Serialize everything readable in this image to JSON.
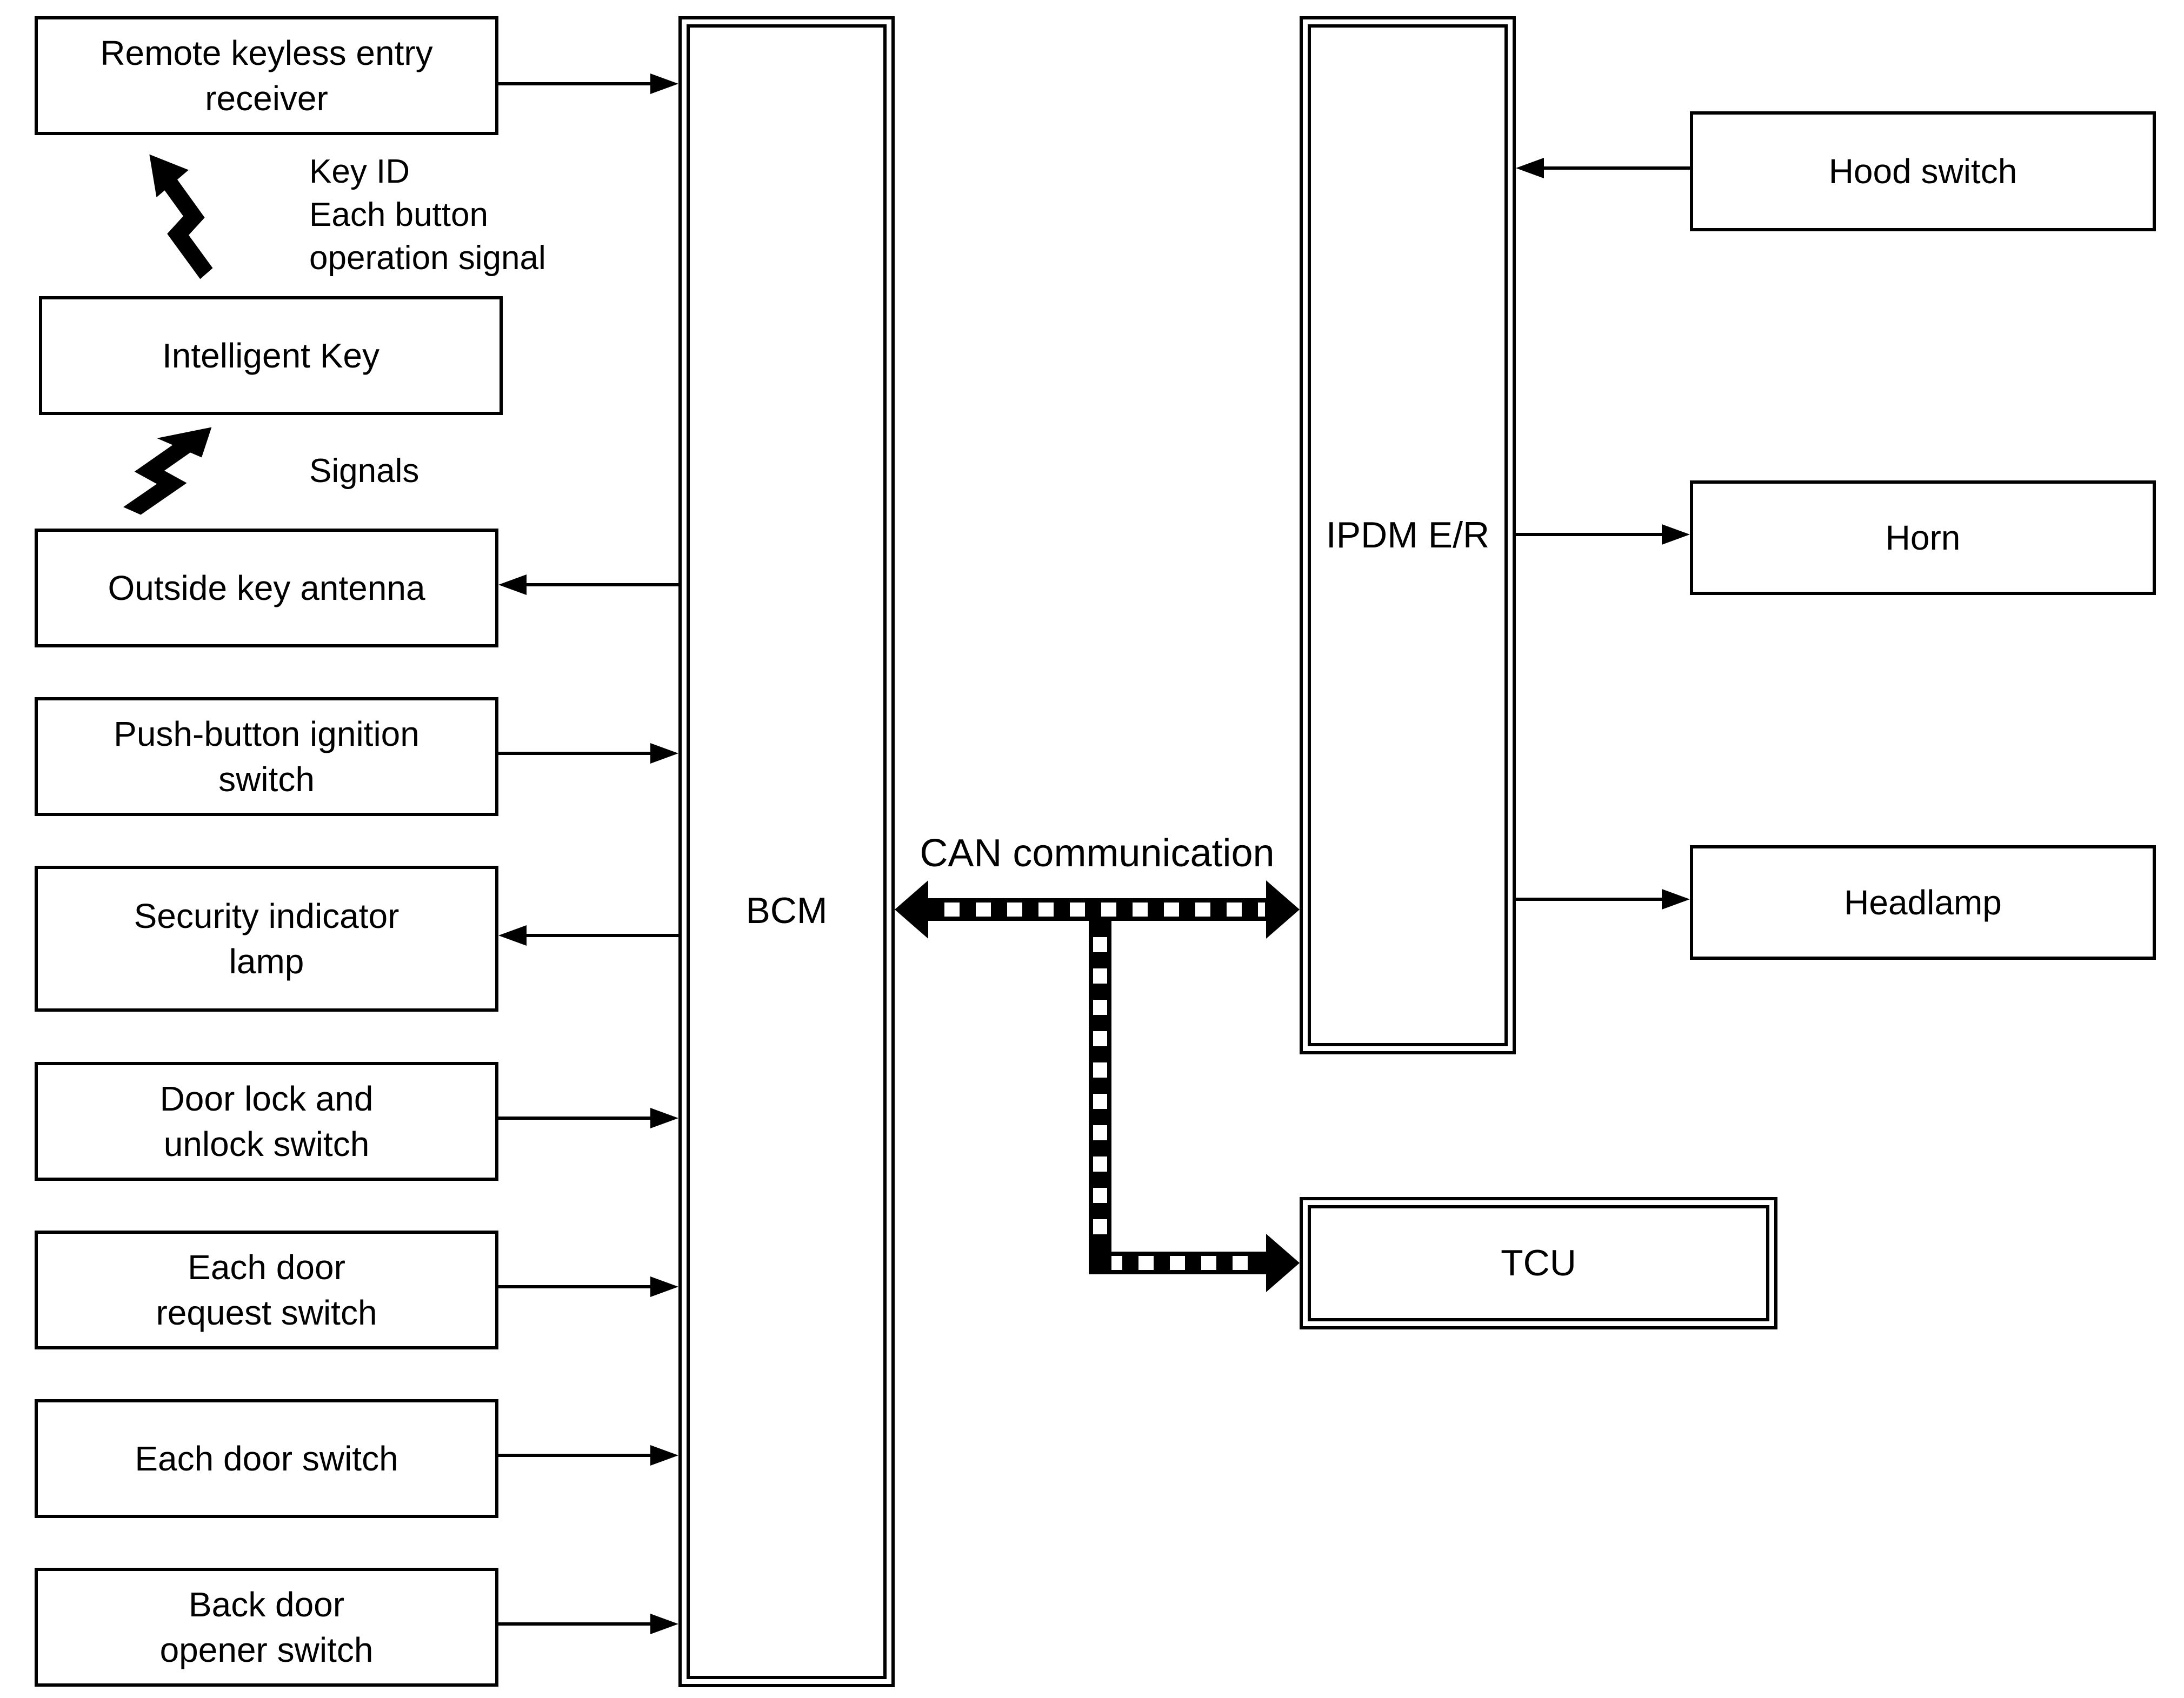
{
  "diagram": {
    "background_color": "#ffffff",
    "line_color": "#000000",
    "nodes": {
      "remote_keyless": "Remote keyless entry\nreceiver",
      "intelligent_key": "Intelligent Key",
      "outside_key_antenna": "Outside key antenna",
      "push_button_ignition": "Push-button ignition\nswitch",
      "security_indicator_lamp": "Security indicator\nlamp",
      "door_lock_unlock": "Door lock and\nunlock switch",
      "each_door_request": "Each door\nrequest switch",
      "each_door_switch": "Each door switch",
      "back_door_opener": "Back door\nopener switch",
      "bcm": "BCM",
      "ipdm": "IPDM E/R",
      "tcu": "TCU",
      "hood_switch": "Hood switch",
      "horn": "Horn",
      "headlamp": "Headlamp"
    },
    "annotations": {
      "key_id_signal": "Key ID\nEach button\noperation signal",
      "signals": "Signals",
      "can_bus": "CAN communication"
    },
    "connections": [
      {
        "from": "remote_keyless",
        "to": "bcm",
        "style": "solid-arrow"
      },
      {
        "from": "bcm",
        "to": "outside_key_antenna",
        "style": "solid-arrow"
      },
      {
        "from": "push_button_ignition",
        "to": "bcm",
        "style": "solid-arrow"
      },
      {
        "from": "bcm",
        "to": "security_indicator_lamp",
        "style": "solid-arrow"
      },
      {
        "from": "door_lock_unlock",
        "to": "bcm",
        "style": "solid-arrow"
      },
      {
        "from": "each_door_request",
        "to": "bcm",
        "style": "solid-arrow"
      },
      {
        "from": "each_door_switch",
        "to": "bcm",
        "style": "solid-arrow"
      },
      {
        "from": "back_door_opener",
        "to": "bcm",
        "style": "solid-arrow"
      },
      {
        "from": "hood_switch",
        "to": "ipdm",
        "style": "solid-arrow"
      },
      {
        "from": "ipdm",
        "to": "horn",
        "style": "solid-arrow"
      },
      {
        "from": "ipdm",
        "to": "headlamp",
        "style": "solid-arrow"
      },
      {
        "from": "bcm",
        "to": "ipdm",
        "style": "can-checkered",
        "bidirectional": true,
        "label": "CAN communication"
      },
      {
        "from": "can_bus",
        "to": "tcu",
        "style": "can-checkered"
      },
      {
        "from": "intelligent_key",
        "to": "remote_keyless",
        "style": "wireless-bolt",
        "label": "Key ID\nEach button\noperation signal"
      },
      {
        "from": "intelligent_key",
        "to": "outside_key_antenna",
        "style": "wireless-bolt",
        "label": "Signals"
      }
    ]
  }
}
